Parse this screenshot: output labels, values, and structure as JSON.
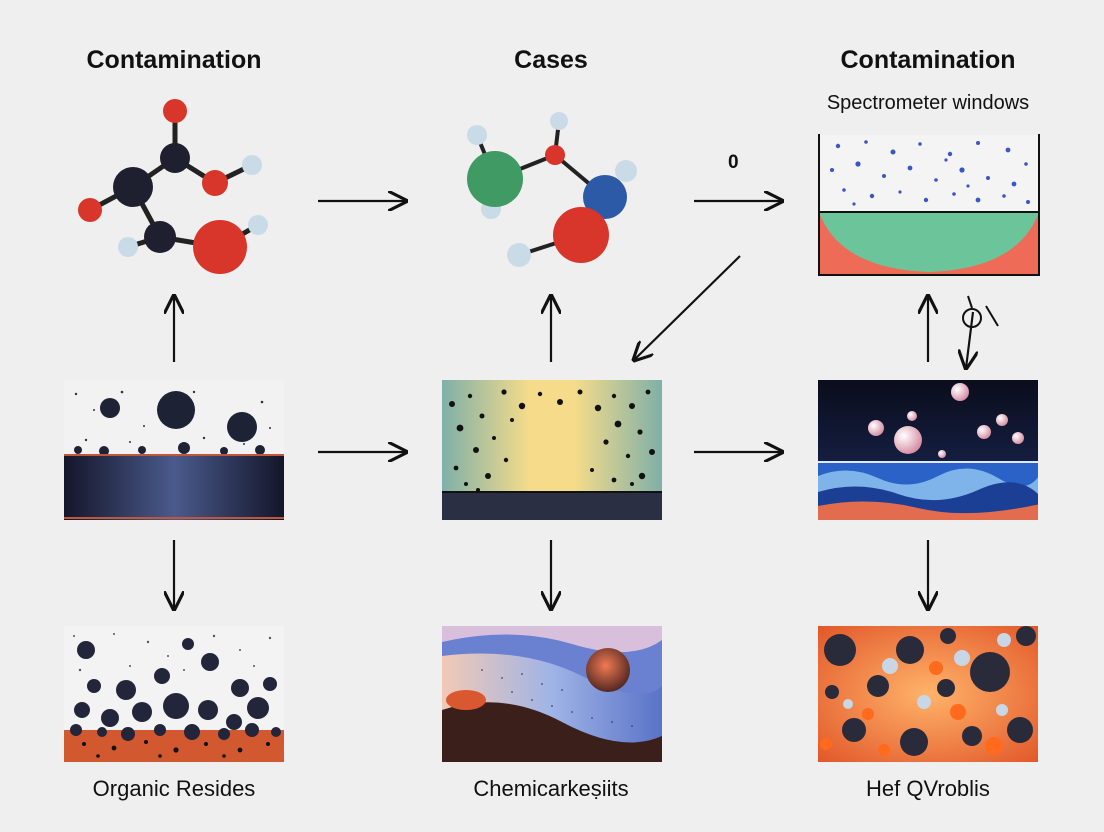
{
  "titles": {
    "left": "Contamination",
    "center": "Cases",
    "right": "Contamination"
  },
  "right_subtitle": "Spectrometer windows",
  "arrow_label": "0",
  "captions": {
    "left": "Organic Resides",
    "center": "Chemicarkeṣiits",
    "right": "Hef QVroblis"
  },
  "colors": {
    "background": "#efefef",
    "carbon": "#1e2030",
    "oxygen": "#d8352b",
    "hydrogen": "#c9dbe6",
    "green_atom": "#3f9a63",
    "blue_atom": "#2d5aa6",
    "window_green": "#6cc49a",
    "window_red": "#ee6b57",
    "dot_blue": "#3a55c4"
  }
}
